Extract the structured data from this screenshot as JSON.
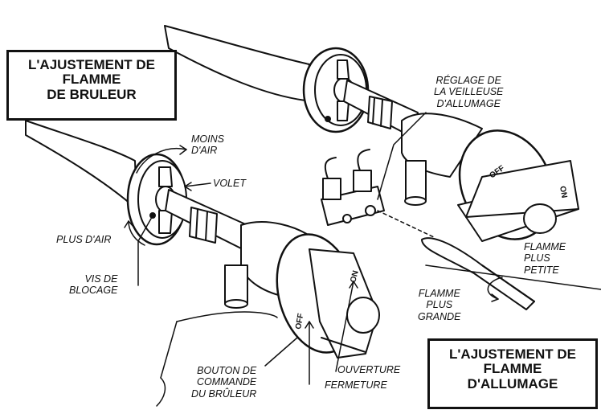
{
  "titles": {
    "burner": [
      "L'AJUSTEMENT DE",
      "FLAMME",
      "DE BRULEUR"
    ],
    "pilot": [
      "L'AJUSTEMENT DE",
      "FLAMME",
      "D'ALLUMAGE"
    ]
  },
  "labels": {
    "moins_air": [
      "MOINS",
      "D'AIR"
    ],
    "volet": "VOLET",
    "plus_air": "PLUS D'AIR",
    "vis_blocage": [
      "VIS DE",
      "BLOCAGE"
    ],
    "reglage": [
      "RÉGLAGE DE",
      "LA VEILLEUSE",
      "D'ALLUMAGE"
    ],
    "flamme_petite": [
      "FLAMME",
      "PLUS",
      "PETITE"
    ],
    "flamme_grande": [
      "FLAMME",
      "PLUS",
      "GRANDE"
    ],
    "bouton": [
      "BOUTON DE",
      "COMMANDE",
      "DU BRÛLEUR"
    ],
    "ouverture": "OUVERTURE",
    "fermeture": "FERMETURE"
  },
  "knob_marks": {
    "front_on": "ON",
    "front_off": "OFF",
    "back_on": "ON",
    "back_off": "OFF"
  }
}
